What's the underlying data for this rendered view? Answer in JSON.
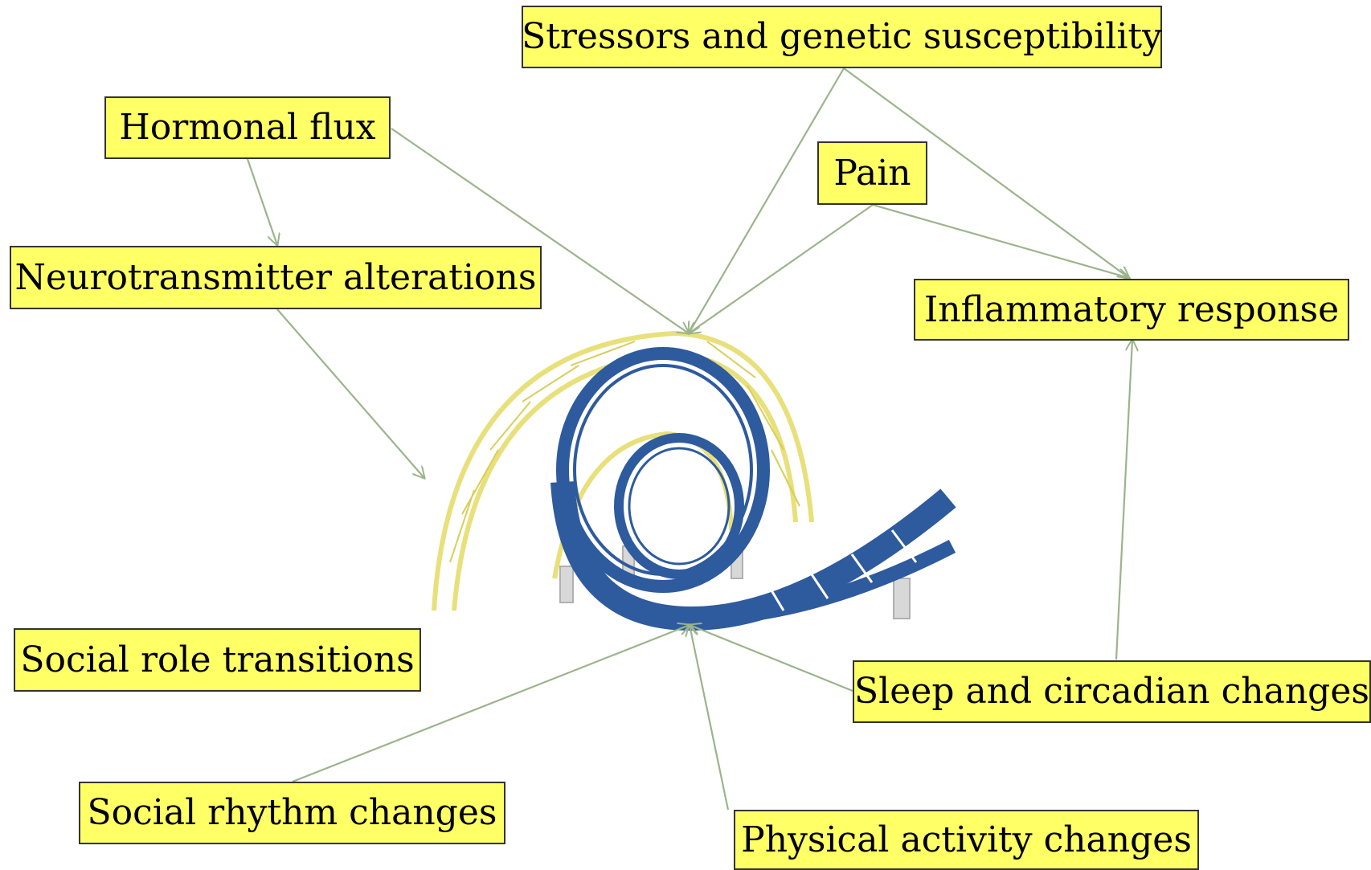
{
  "colors": {
    "box_fill": "#ffff66",
    "arrow": "#9cb48c",
    "loop_blue": "#2e5a9e",
    "loop_yellow": "#e8e07a"
  },
  "nodes": {
    "stressors": "Stressors and genetic susceptibility",
    "hormonal": "Hormonal flux",
    "pain": "Pain",
    "neuro": "Neurotransmitter alterations",
    "inflammatory": "Inflammatory response",
    "social_role": "Social role transitions",
    "sleep": "Sleep and circadian changes",
    "social_rhythm": "Social rhythm changes",
    "physical": "Physical activity changes"
  },
  "center_image": "roller-coaster-loop"
}
